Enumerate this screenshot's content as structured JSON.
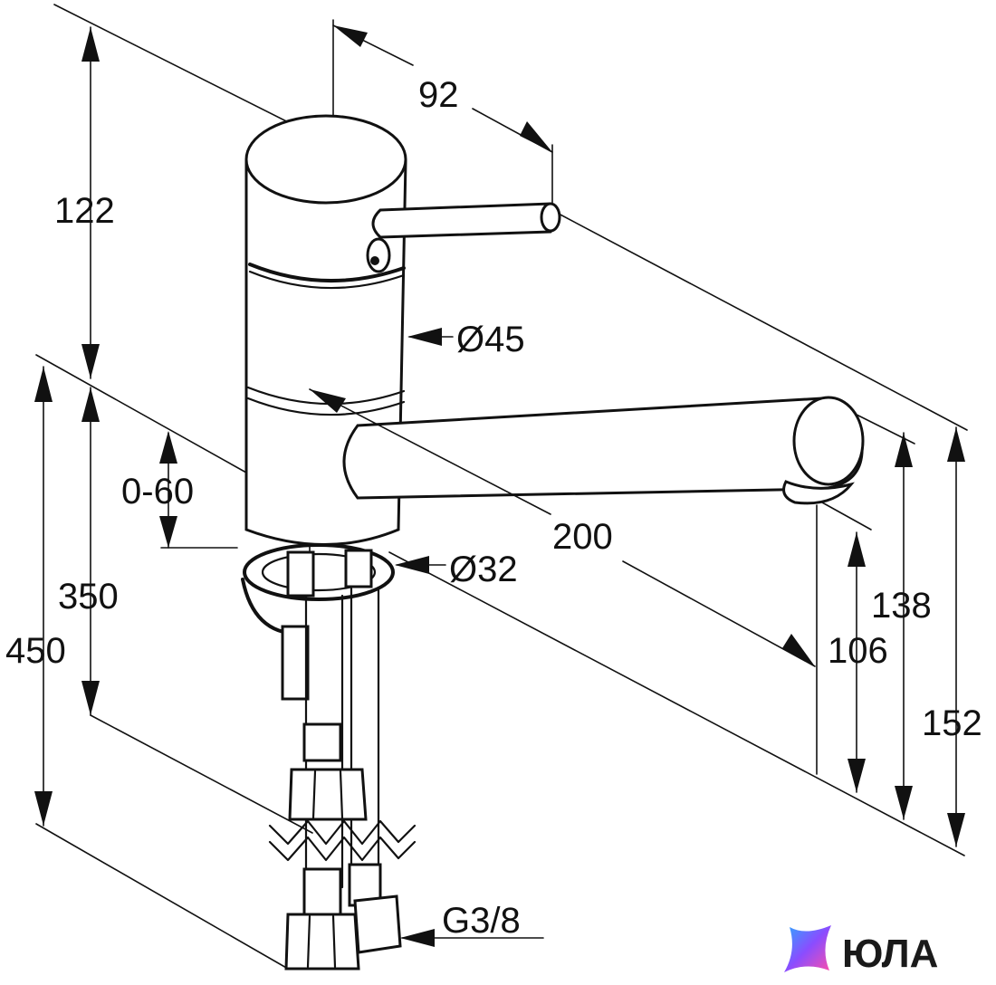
{
  "diagram": {
    "dimensions": {
      "d_92": "92",
      "d_122": "122",
      "d_diam45": "Ø45",
      "d_0_60": "0-60",
      "d_200": "200",
      "d_diam32": "Ø32",
      "d_350": "350",
      "d_450": "450",
      "d_106": "106",
      "d_138": "138",
      "d_152": "152",
      "d_thread": "G3/8"
    },
    "logo": {
      "text": "ЮЛА",
      "colors": [
        "#2ea8ff",
        "#8a4dff",
        "#ff4fa8"
      ]
    }
  }
}
